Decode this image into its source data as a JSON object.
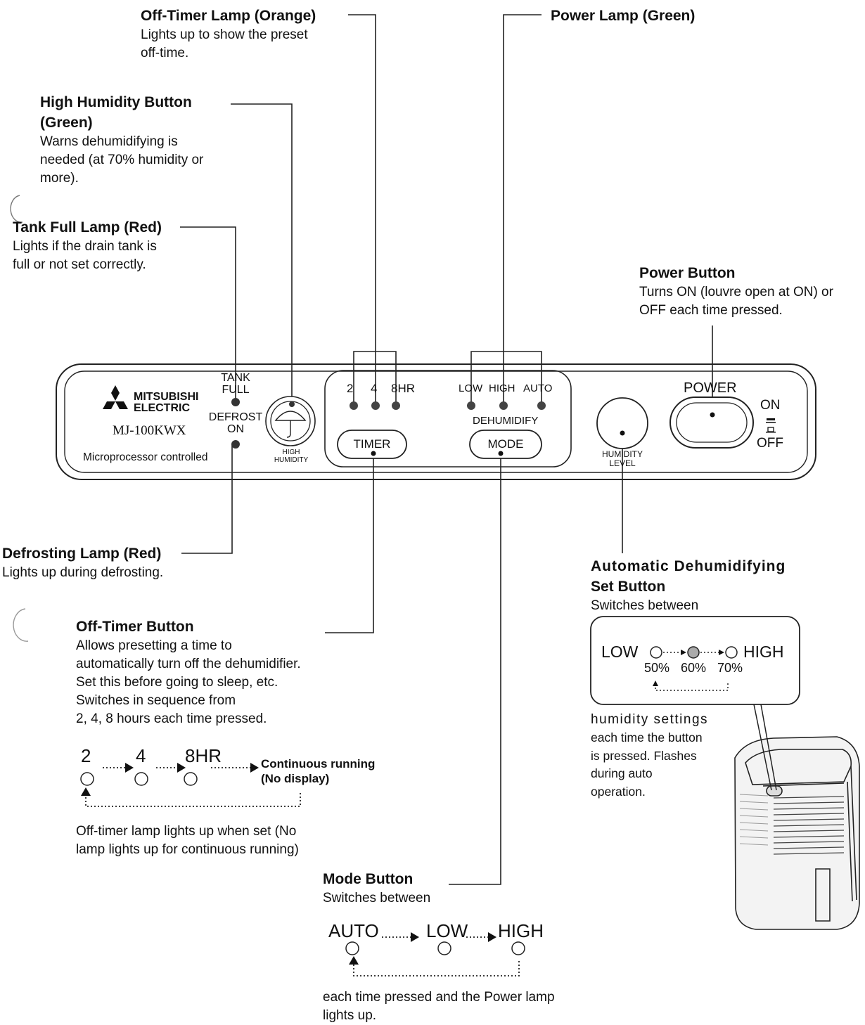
{
  "callouts": {
    "off_timer_lamp": {
      "title": "Off-Timer Lamp (Orange)",
      "desc": [
        "Lights up to show the preset",
        "off-time."
      ]
    },
    "power_lamp": {
      "title": "Power Lamp (Green)"
    },
    "high_humidity": {
      "title": [
        "High Humidity Button",
        "(Green)"
      ],
      "desc": [
        "Warns dehumidifying is",
        "needed (at 70% humidity or",
        "more)."
      ]
    },
    "tank_full": {
      "title": "Tank Full Lamp (Red)",
      "desc": [
        "Lights if the drain tank is",
        "full or not set correctly."
      ]
    },
    "power_button": {
      "title": "Power Button",
      "desc": [
        "Turns ON (louvre open at ON) or",
        "OFF each time pressed."
      ]
    },
    "defrosting": {
      "title": "Defrosting Lamp (Red)",
      "desc": "Lights up during defrosting."
    },
    "auto_dehumid": {
      "title": [
        "Automatic Dehumidifying",
        "Set Button"
      ],
      "desc_top": "Switches between",
      "desc": [
        "humidity settings",
        "each time the button",
        "is pressed. Flashes",
        "during auto",
        "operation."
      ]
    },
    "off_timer_button": {
      "title": "Off-Timer Button",
      "desc": [
        "Allows presetting a time to",
        "automatically turn off the dehumidifier.",
        "Set this before going to sleep, etc.",
        "Switches in sequence from",
        "2, 4, 8 hours each time pressed."
      ],
      "note": [
        "Off-timer lamp lights up when set (No",
        "lamp lights up for continuous running)"
      ]
    },
    "mode_button": {
      "title": "Mode Button",
      "desc_top": "Switches between",
      "desc": [
        "each time pressed and the Power lamp",
        "lights up."
      ]
    }
  },
  "panel": {
    "brand": [
      "MITSUBISHI",
      "ELECTRIC"
    ],
    "model": "MJ-100KWX",
    "subtitle": "Microprocessor controlled",
    "tank": [
      "TANK",
      "FULL"
    ],
    "defrost": [
      "DEFROST",
      "ON"
    ],
    "high_humidity": [
      "HIGH",
      "HUMIDITY"
    ],
    "timer_lamps": [
      "2",
      "4",
      "8HR"
    ],
    "timer_button": "TIMER",
    "mode_lamps": [
      "LOW",
      "HIGH",
      "AUTO"
    ],
    "dehumidify": "DEHUMIDIFY",
    "mode_button": "MODE",
    "humidity_level": [
      "HUMIDITY",
      "LEVEL"
    ],
    "power": "POWER",
    "on": "ON",
    "off": "OFF"
  },
  "timer_sequence": {
    "steps": [
      "2",
      "4",
      "8HR"
    ],
    "end": [
      "Continuous running",
      "(No display)"
    ]
  },
  "mode_sequence": {
    "steps": [
      "AUTO",
      "LOW",
      "HIGH"
    ]
  },
  "humidity_sequence": {
    "low": "LOW",
    "high": "HIGH",
    "levels": [
      "50%",
      "60%",
      "70%"
    ]
  }
}
